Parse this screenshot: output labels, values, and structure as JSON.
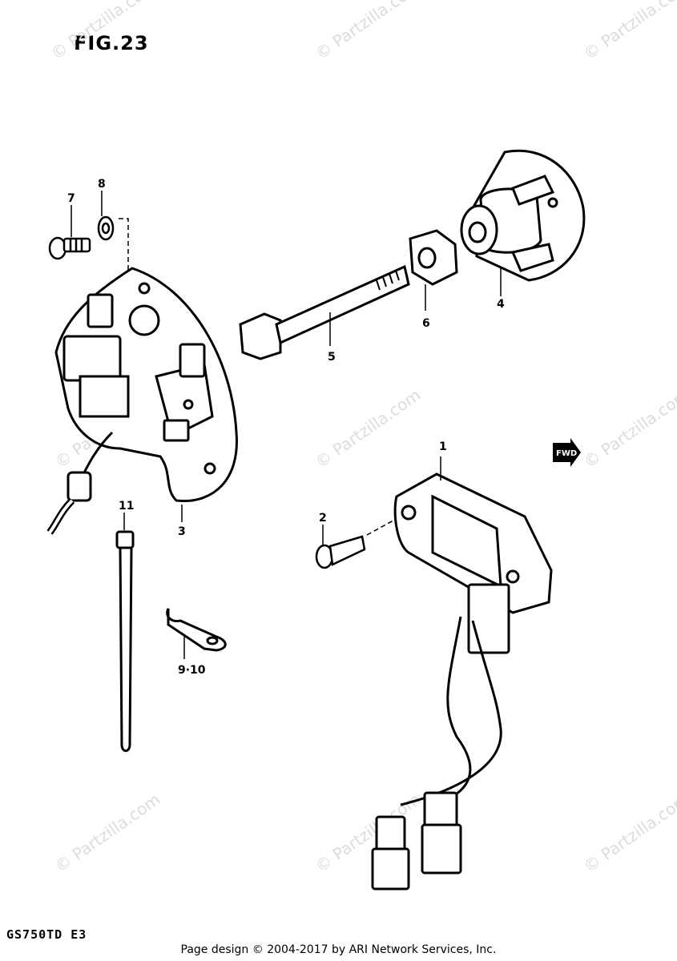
{
  "figure": {
    "title": "FIG.23",
    "model_code": "GS750TD E3",
    "footer": "Page design © 2004-2017 by ARI Network Services, Inc.",
    "watermark": "© Partzilla.com",
    "fwd_label": "FWD"
  },
  "callouts": [
    "1",
    "2",
    "3",
    "4",
    "5",
    "6",
    "7",
    "8",
    "9·10",
    "11"
  ],
  "parts": [
    "regulator-rectifier",
    "screw",
    "pickup-coil-plate",
    "ignition-rotor",
    "bolt",
    "nut",
    "screw-small",
    "washer",
    "clamp",
    "cable-tie"
  ]
}
